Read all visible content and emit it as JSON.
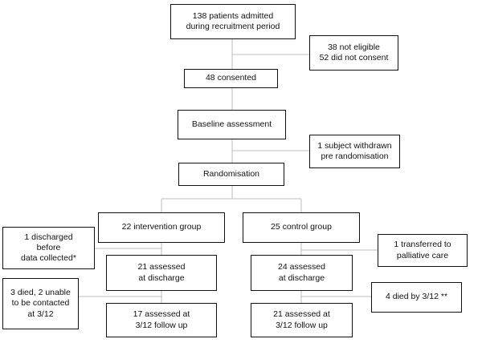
{
  "flowchart": {
    "recruitment": "138 patients admitted\nduring recruitment period",
    "exclusions": "38 not eligible\n52 did not consent",
    "consented": "48 consented",
    "baseline": "Baseline assessment",
    "withdrawn": "1 subject withdrawn\npre randomisation",
    "randomisation": "Randomisation",
    "intervention": {
      "group": "22 intervention group",
      "lost_before_discharge": "1 discharged\nbefore\ndata collected*",
      "at_discharge": "21 assessed\nat discharge",
      "lost_before_followup": "3 died, 2 unable\nto be contacted\nat 3/12",
      "at_followup": "17 assessed at\n3/12 follow up"
    },
    "control": {
      "group": "25 control group",
      "lost_before_discharge": "1 transferred to\npalliative care",
      "at_discharge": "24 assessed\nat discharge",
      "lost_before_followup": "4 died by 3/12 **",
      "at_followup": "21 assessed at\n3/12 follow up"
    }
  }
}
